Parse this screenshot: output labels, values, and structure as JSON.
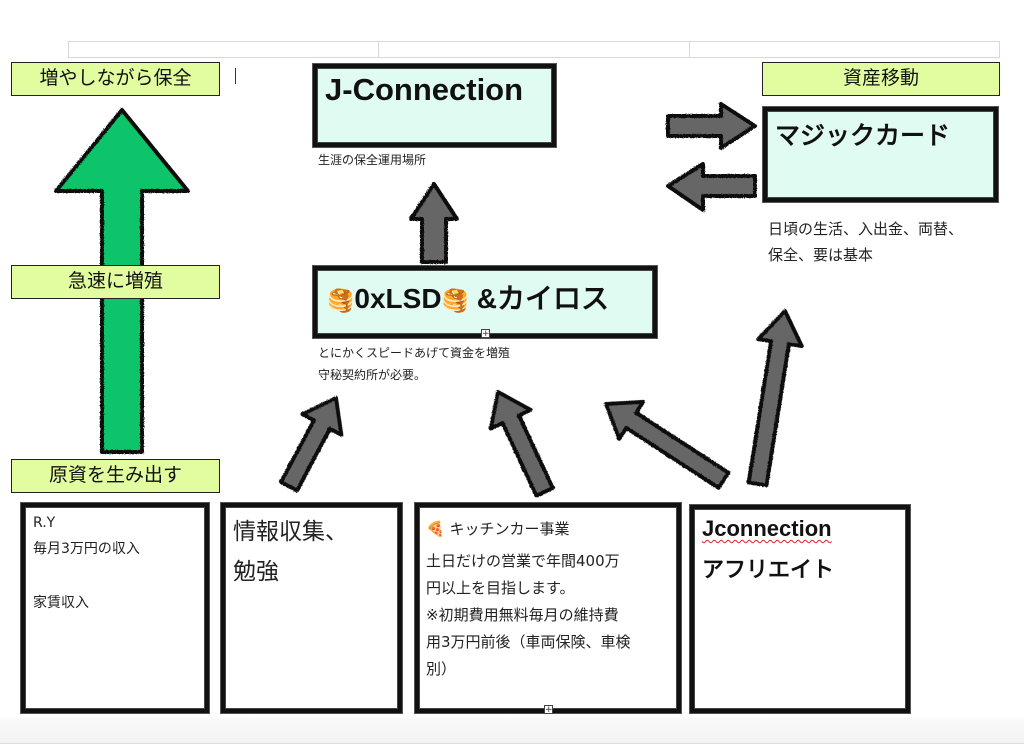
{
  "labels": {
    "grow_while_preserve": "増やしながら保全",
    "rapid_growth": "急速に増殖",
    "create_capital": "原資を生み出す",
    "asset_transfer": "資産移動"
  },
  "boxes": {
    "jconnection": {
      "title": "J-Connection",
      "caption": "生涯の保全運用場所"
    },
    "magic_card": {
      "title": "マジックカード",
      "caption_lines": [
        "日頃の生活、入出金、両替、",
        "保全、要は基本"
      ]
    },
    "oxlsd": {
      "icon_left": "pancakes-icon",
      "title": "0xLSD",
      "icon_right": "pancakes-icon",
      "title_suffix": "&カイロス",
      "caption_lines": [
        "とにかくスピードあげて資金を増殖",
        "守秘契約所が必要。"
      ]
    },
    "ry": {
      "lines": [
        "R.Y",
        "毎月3万円の収入",
        "",
        "家賃収入"
      ]
    },
    "info": {
      "lines": [
        "情報収集、",
        "勉強"
      ]
    },
    "kitchen_car": {
      "icon": "pizza-icon",
      "title": "キッチンカー事業",
      "lines": [
        "土日だけの営業で年間400万",
        "円以上を目指します。",
        "※初期費用無料毎月の維持費",
        "用3万円前後（車両保険、車検",
        "別）"
      ]
    },
    "affiliate": {
      "lines": [
        "Jconnection",
        "アフリエイト"
      ]
    }
  },
  "glyphs": {
    "pancakes": "🥞",
    "pizza": "🍕",
    "plus": "+"
  },
  "colors": {
    "label_bg": "#e2fca0",
    "box_mint": "#e0fcf2",
    "green_arrow": "#0ec46a",
    "gray_arrow": "#666666"
  }
}
